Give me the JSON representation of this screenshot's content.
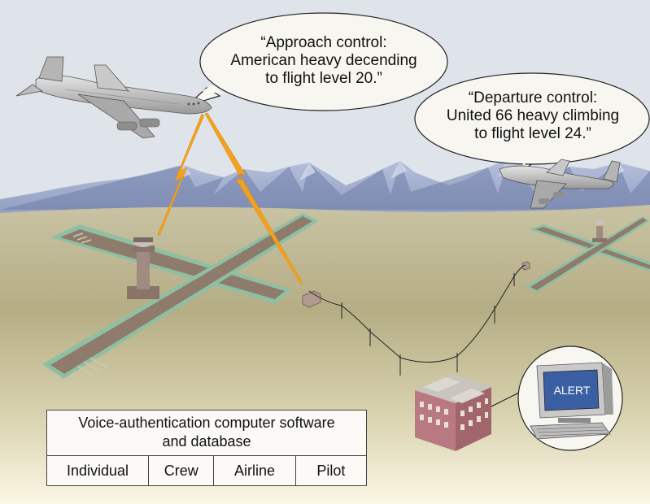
{
  "speech_bubbles": {
    "approach": [
      "“Approach control:",
      "American heavy decending",
      "to flight level 20.”"
    ],
    "departure": [
      "“Departure control:",
      "United 66 heavy climbing",
      "to flight level 24.”"
    ]
  },
  "database_box": {
    "title_line1": "Voice-authentication computer software",
    "title_line2": "and database",
    "columns": [
      "Individual",
      "Crew",
      "Airline",
      "Pilot"
    ]
  },
  "monitor": {
    "screen_text": "ALERT"
  },
  "colors": {
    "sky": "#dfe4ea",
    "ground": "#b5ad84",
    "ground_far": "#c7c1a0",
    "foreground": "#fbf7e5",
    "mountains": "#8d9ac0",
    "runway": "#8e7b6c",
    "runway_border": "#8fbfa3",
    "tower": "#9a857b",
    "lightning": "#f2a11e",
    "building": "#c78a8f",
    "screen": "#3b5fa3"
  },
  "icons": [
    "airplane-icon",
    "control-tower-icon",
    "lightning-icon",
    "building-icon",
    "computer-monitor-icon",
    "keyboard-icon"
  ]
}
